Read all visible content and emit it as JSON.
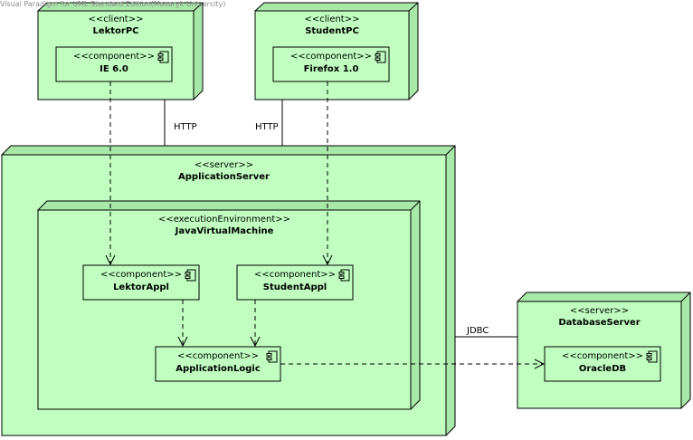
{
  "watermark": "Visual Paradigm for UML Standard Edition(Masaryk University)",
  "nodes": {
    "lektor_pc": {
      "stereotype": "<<client>>",
      "name": "LektorPC"
    },
    "student_pc": {
      "stereotype": "<<client>>",
      "name": "StudentPC"
    },
    "app_server": {
      "stereotype": "<<server>>",
      "name": "ApplicationServer"
    },
    "jvm": {
      "stereotype": "<<executionEnvironment>>",
      "name": "JavaVirtualMachine"
    },
    "db_server": {
      "stereotype": "<<server>>",
      "name": "DatabaseServer"
    }
  },
  "components": {
    "ie": {
      "stereotype": "<<component>>",
      "name": "IE 6.0"
    },
    "firefox": {
      "stereotype": "<<component>>",
      "name": "Firefox 1.0"
    },
    "lektor_appl": {
      "stereotype": "<<component>>",
      "name": "LektorAppl"
    },
    "student_appl": {
      "stereotype": "<<component>>",
      "name": "StudentAppl"
    },
    "app_logic": {
      "stereotype": "<<component>>",
      "name": "ApplicationLogic"
    },
    "oracle_db": {
      "stereotype": "<<component>>",
      "name": "OracleDB"
    }
  },
  "connections": {
    "http_lektor": "HTTP",
    "http_student": "HTTP",
    "jdbc": "JDBC"
  },
  "colors": {
    "node_fill": "#c0ffc0",
    "stroke": "#000000"
  }
}
